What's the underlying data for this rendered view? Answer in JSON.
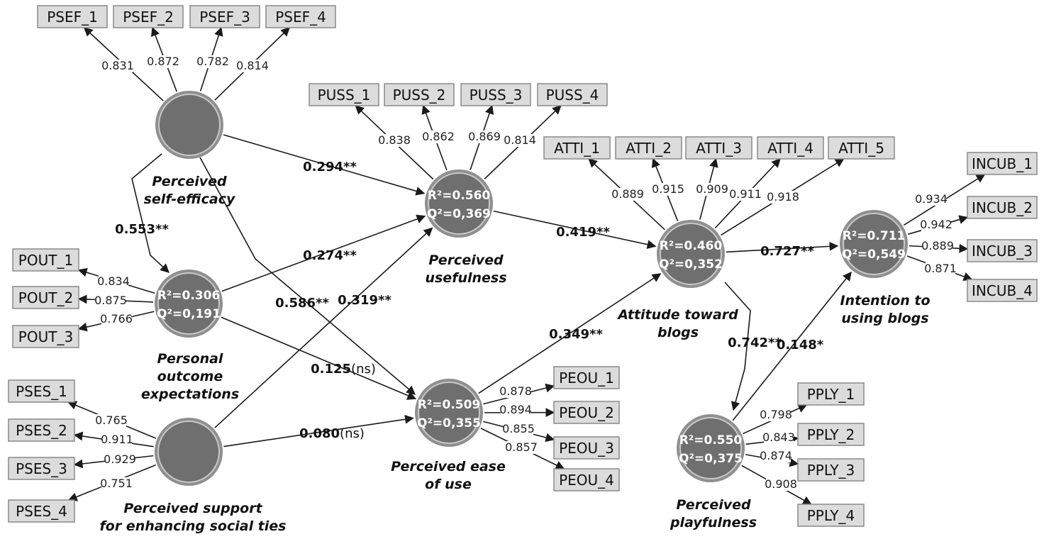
{
  "latent_variables": [
    {
      "id": "pse",
      "name_lines": [
        "Perceived",
        "self-efficacy"
      ],
      "r2": "",
      "q2": ""
    },
    {
      "id": "pu",
      "name_lines": [
        "Perceived",
        "usefulness"
      ],
      "r2": "R²=0.560",
      "q2": "Q²=0,369"
    },
    {
      "id": "poe",
      "name_lines": [
        "Personal",
        "outcome",
        "expectations"
      ],
      "r2": "R²=0.306",
      "q2": "Q²=0,191"
    },
    {
      "id": "pss",
      "name_lines": [
        "Perceived support",
        "for enhancing social ties"
      ],
      "r2": "",
      "q2": ""
    },
    {
      "id": "peou",
      "name_lines": [
        "Perceived ease",
        "of use"
      ],
      "r2": "R²=0.509",
      "q2": "Q²=0,355"
    },
    {
      "id": "att",
      "name_lines": [
        "Attitude toward",
        "blogs"
      ],
      "r2": "R²=0.460",
      "q2": "Q²=0,352"
    },
    {
      "id": "int",
      "name_lines": [
        "Intention to",
        "using blogs"
      ],
      "r2": "R²=0.711",
      "q2": "Q²=0,549"
    },
    {
      "id": "pp",
      "name_lines": [
        "Perceived",
        "playfulness"
      ],
      "r2": "R²=0.550",
      "q2": "Q²=0,375"
    }
  ],
  "indicators": [
    {
      "label": "PSEF_1",
      "lv": "pse",
      "loading": "0.831"
    },
    {
      "label": "PSEF_2",
      "lv": "pse",
      "loading": "0.872"
    },
    {
      "label": "PSEF_3",
      "lv": "pse",
      "loading": "0.782"
    },
    {
      "label": "PSEF_4",
      "lv": "pse",
      "loading": "0.814"
    },
    {
      "label": "PUSS_1",
      "lv": "pu",
      "loading": "0.838"
    },
    {
      "label": "PUSS_2",
      "lv": "pu",
      "loading": "0.862"
    },
    {
      "label": "PUSS_3",
      "lv": "pu",
      "loading": "0.869"
    },
    {
      "label": "PUSS_4",
      "lv": "pu",
      "loading": "0.814"
    },
    {
      "label": "ATTI_1",
      "lv": "att",
      "loading": "0.889"
    },
    {
      "label": "ATTI_2",
      "lv": "att",
      "loading": "0.915"
    },
    {
      "label": "ATTI_3",
      "lv": "att",
      "loading": "0.909"
    },
    {
      "label": "ATTI_4",
      "lv": "att",
      "loading": "0.911"
    },
    {
      "label": "ATTI_5",
      "lv": "att",
      "loading": "0.918"
    },
    {
      "label": "INCUB_1",
      "lv": "int",
      "loading": "0.934"
    },
    {
      "label": "INCUB_2",
      "lv": "int",
      "loading": "0.942"
    },
    {
      "label": "INCUB_3",
      "lv": "int",
      "loading": "0.889"
    },
    {
      "label": "INCUB_4",
      "lv": "int",
      "loading": "0.871"
    },
    {
      "label": "POUT_1",
      "lv": "poe",
      "loading": "0.834"
    },
    {
      "label": "POUT_2",
      "lv": "poe",
      "loading": "0.875"
    },
    {
      "label": "POUT_3",
      "lv": "poe",
      "loading": "0.766"
    },
    {
      "label": "PSES_1",
      "lv": "pss",
      "loading": "0.765"
    },
    {
      "label": "PSES_2",
      "lv": "pss",
      "loading": "0.911"
    },
    {
      "label": "PSES_3",
      "lv": "pss",
      "loading": "0.929"
    },
    {
      "label": "PSES_4",
      "lv": "pss",
      "loading": "0.751"
    },
    {
      "label": "PEOU_1",
      "lv": "peou",
      "loading": "0.878"
    },
    {
      "label": "PEOU_2",
      "lv": "peou",
      "loading": "0.894"
    },
    {
      "label": "PEOU_3",
      "lv": "peou",
      "loading": "0.855"
    },
    {
      "label": "PEOU_4",
      "lv": "peou",
      "loading": "0.857"
    },
    {
      "label": "PPLY_1",
      "lv": "pp",
      "loading": "0.798"
    },
    {
      "label": "PPLY_2",
      "lv": "pp",
      "loading": "0.843"
    },
    {
      "label": "PPLY_3",
      "lv": "pp",
      "loading": "0.874"
    },
    {
      "label": "PPLY_4",
      "lv": "pp",
      "loading": "0.908"
    }
  ],
  "paths": [
    {
      "from": "pse",
      "to": "pu",
      "coef": "0.294",
      "sig": "**"
    },
    {
      "from": "pse",
      "to": "poe",
      "coef": "0.553",
      "sig": "**"
    },
    {
      "from": "pse",
      "to": "peou",
      "coef": "0.586",
      "sig": "**"
    },
    {
      "from": "poe",
      "to": "pu",
      "coef": "0.274",
      "sig": "**"
    },
    {
      "from": "pss",
      "to": "pu",
      "coef": "0.319",
      "sig": "**"
    },
    {
      "from": "poe",
      "to": "peou",
      "coef": "0.125",
      "sig": "(ns)"
    },
    {
      "from": "pss",
      "to": "peou",
      "coef": "0.080",
      "sig": "(ns)"
    },
    {
      "from": "pu",
      "to": "att",
      "coef": "0.419",
      "sig": "**"
    },
    {
      "from": "peou",
      "to": "att",
      "coef": "0.349",
      "sig": "**"
    },
    {
      "from": "att",
      "to": "int",
      "coef": "0.727",
      "sig": "**"
    },
    {
      "from": "att",
      "to": "pp",
      "coef": "0.742",
      "sig": "**"
    },
    {
      "from": "pp",
      "to": "int",
      "coef": "0.148",
      "sig": "*"
    }
  ],
  "colors": {
    "node_fill": "#6f6f6f",
    "box_fill": "#dcdcdc",
    "line": "#1a1a1a"
  }
}
